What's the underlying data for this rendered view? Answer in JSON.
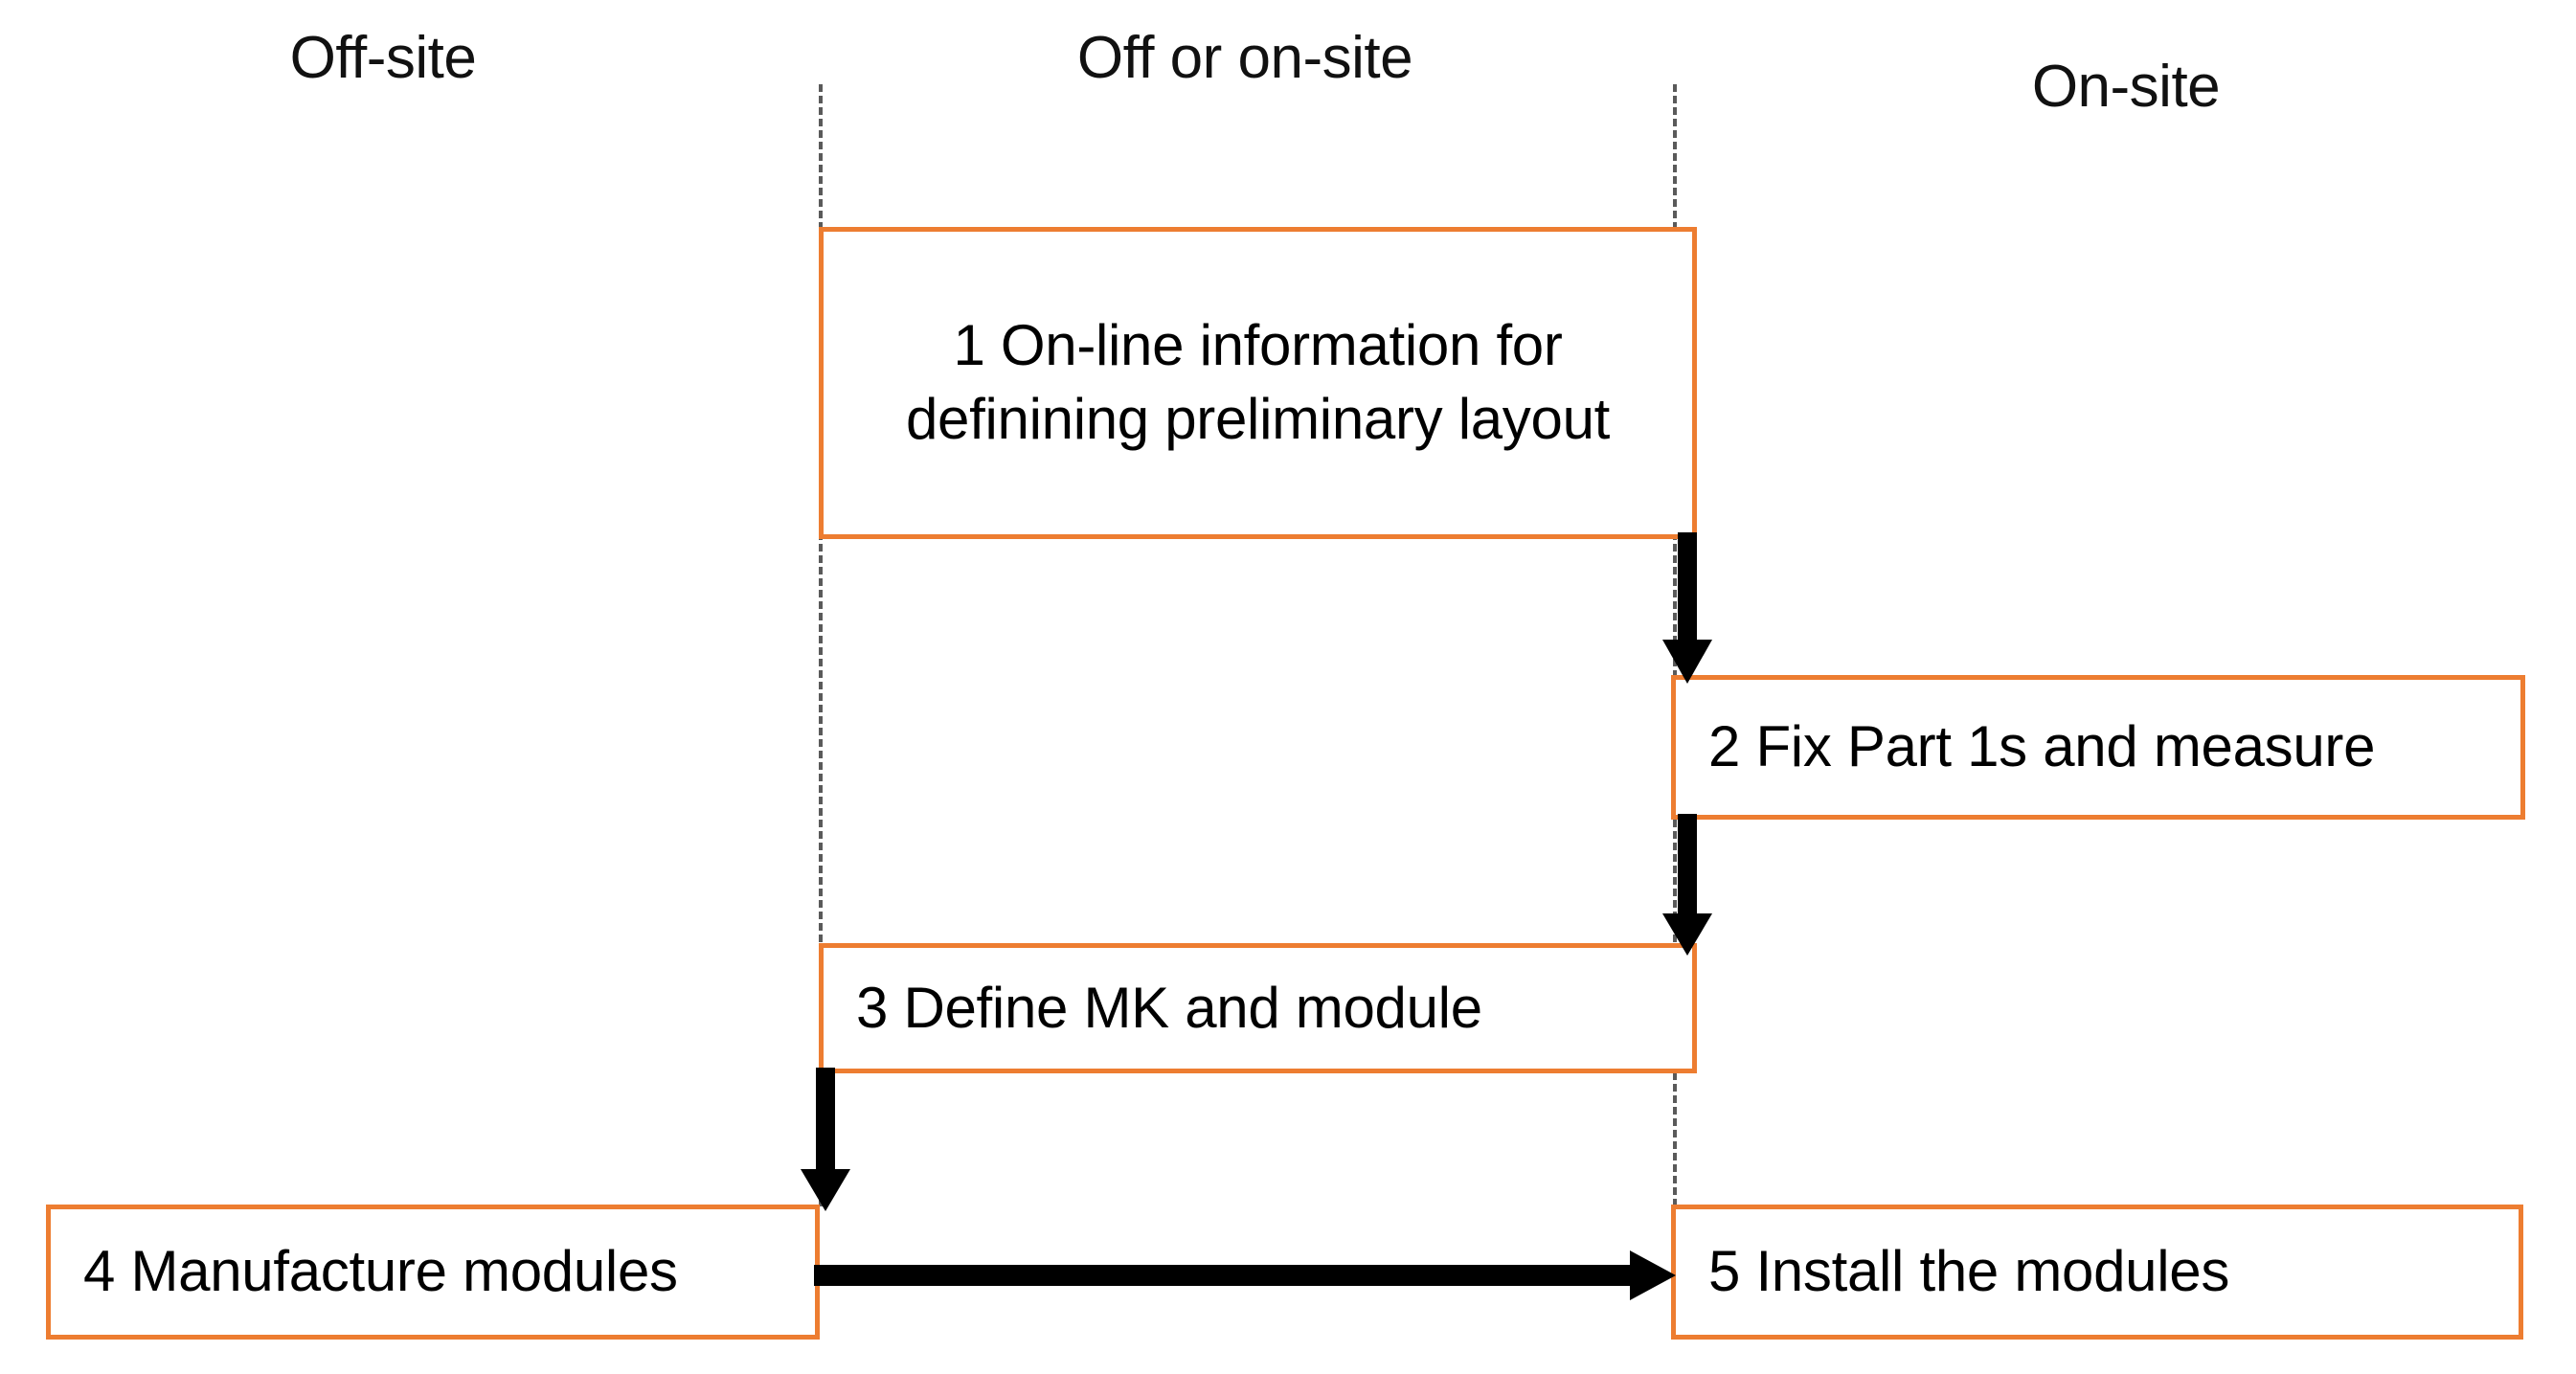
{
  "diagram": {
    "type": "swimlane-flowchart",
    "accent_color": "#ED7D31",
    "arrow_color": "#000000",
    "divider_color": "#5A5A5A",
    "background_color": "#FFFFFF",
    "lanes": [
      {
        "id": "off-site",
        "label": "Off-site"
      },
      {
        "id": "off-or-on-site",
        "label": "Off or on-site"
      },
      {
        "id": "on-site",
        "label": "On-site"
      }
    ],
    "steps": [
      {
        "number": "1",
        "label": "1 On-line information for definining preliminary layout",
        "lane": "off-or-on-site",
        "align": "center"
      },
      {
        "number": "2",
        "label": "2 Fix Part 1s and measure",
        "lane": "on-site",
        "align": "left"
      },
      {
        "number": "3",
        "label": "3 Define MK and module",
        "lane": "off-or-on-site",
        "align": "left"
      },
      {
        "number": "4",
        "label": "4 Manufacture modules",
        "lane": "off-site",
        "align": "left"
      },
      {
        "number": "5",
        "label": "5 Install the modules",
        "lane": "on-site",
        "align": "left"
      }
    ],
    "connectors": [
      {
        "id": "1-2",
        "from": "1",
        "to": "2",
        "direction": "down"
      },
      {
        "id": "2-3",
        "from": "2",
        "to": "3",
        "direction": "down"
      },
      {
        "id": "3-4",
        "from": "3",
        "to": "4",
        "direction": "down"
      },
      {
        "id": "4-5",
        "from": "4",
        "to": "5",
        "direction": "right"
      }
    ]
  }
}
